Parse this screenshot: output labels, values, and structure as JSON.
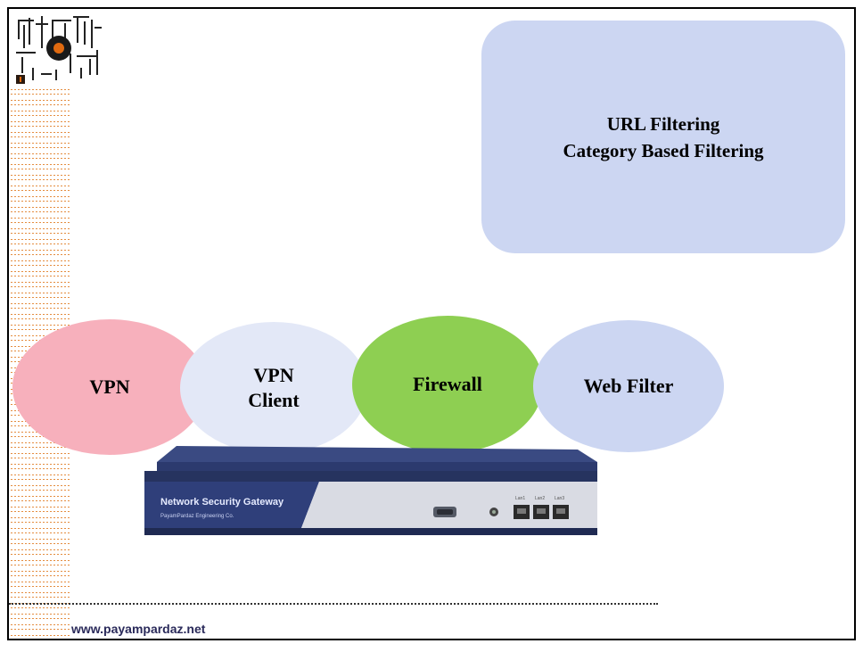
{
  "feature_box": {
    "line1": "URL Filtering",
    "line2": "Category Based Filtering"
  },
  "bubbles": {
    "vpn": "VPN",
    "vpn_client_line1": "VPN",
    "vpn_client_line2": "Client",
    "firewall": "Firewall",
    "web_filter": "Web Filter"
  },
  "device": {
    "label": "Network Security Gateway",
    "sublabel": "PayamPardaz Engineering Co.",
    "port_labels": [
      "Lan1",
      "Lan2",
      "Lan3"
    ]
  },
  "footer": {
    "url": "www.payampardaz.net"
  },
  "colors": {
    "feature_box": "#ccd6f2",
    "vpn": "#f7b0bc",
    "vpn_client": "#e3e8f7",
    "firewall": "#8ecf52",
    "web_filter": "#ccd6f2",
    "accent_strip": "#e07a1f",
    "device_body": "#2c3a6e"
  }
}
